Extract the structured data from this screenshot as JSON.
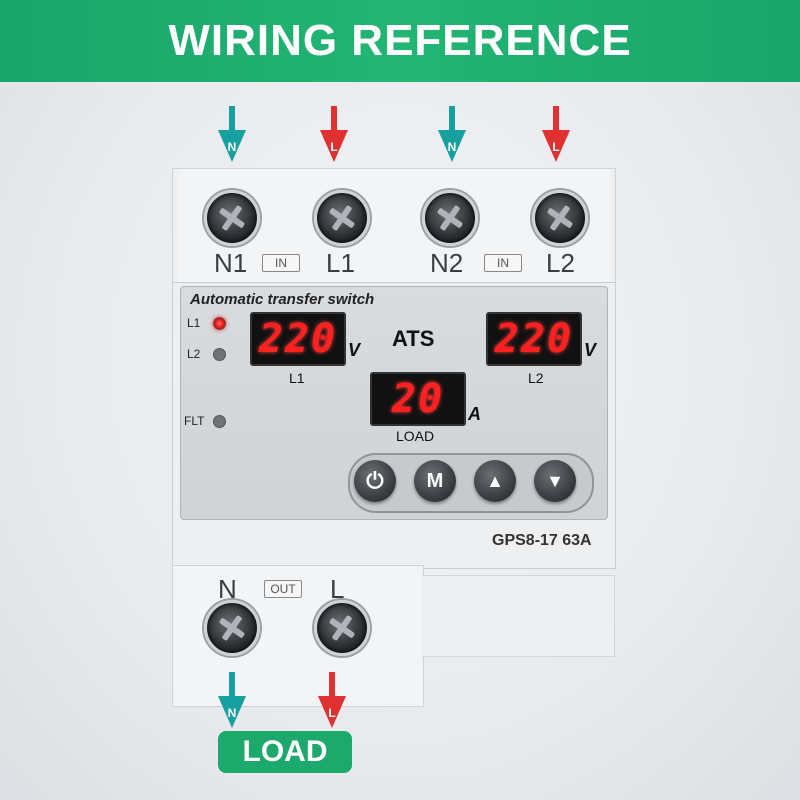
{
  "header": {
    "title": "WIRING REFERENCE"
  },
  "inputs": {
    "arrows": [
      {
        "letter": "N",
        "color": "#17a0a0"
      },
      {
        "letter": "L",
        "color": "#e03030"
      },
      {
        "letter": "N",
        "color": "#17a0a0"
      },
      {
        "letter": "L",
        "color": "#e03030"
      }
    ],
    "terminals": [
      "N1",
      "L1",
      "N2",
      "L2"
    ],
    "in_labels": [
      "IN",
      "IN"
    ]
  },
  "panel": {
    "title": "Automatic transfer switch",
    "leds": [
      {
        "label": "L1",
        "state": "on"
      },
      {
        "label": "L2",
        "state": "off"
      },
      {
        "label": "FLT",
        "state": "off"
      }
    ],
    "ats_label": "ATS",
    "display_l1": {
      "value": "220",
      "unit": "V",
      "label": "L1"
    },
    "display_l2": {
      "value": "220",
      "unit": "V",
      "label": "L2"
    },
    "display_load": {
      "value": "20",
      "unit": "A",
      "label": "LOAD"
    },
    "buttons": [
      {
        "name": "power",
        "glyph": "⏻"
      },
      {
        "name": "mode",
        "glyph": "M"
      },
      {
        "name": "up",
        "glyph": "▲"
      },
      {
        "name": "down",
        "glyph": "▼"
      }
    ],
    "model": "GPS8-17 63A"
  },
  "outputs": {
    "terminals": [
      "N",
      "L"
    ],
    "out_label": "OUT",
    "arrows": [
      {
        "letter": "N",
        "color": "#17a0a0"
      },
      {
        "letter": "L",
        "color": "#e03030"
      }
    ],
    "load_label": "LOAD"
  },
  "colors": {
    "header_green": "#22b573",
    "neutral_teal": "#17a0a0",
    "line_red": "#e03030",
    "display_red": "#ff2020"
  }
}
